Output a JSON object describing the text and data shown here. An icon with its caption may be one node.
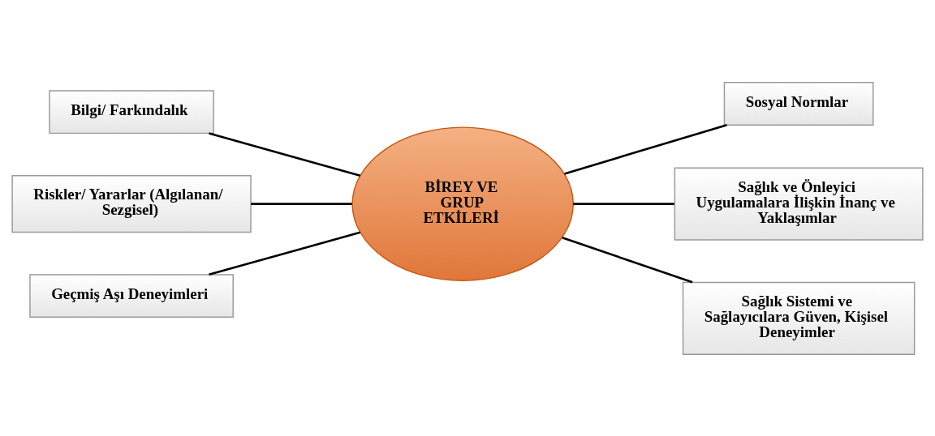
{
  "diagram": {
    "nodes": [
      {
        "text": [
          "BİREY VE GRUP ETKİLERİ"
        ]
      },
      {
        "text": [
          "Bilgi/ Farkındalık"
        ]
      },
      {
        "text": [
          "Sosyal Normlar"
        ]
      },
      {
        "text": [
          "Riskler/ Yararlar (Algılanan/ Sezgisel)"
        ]
      },
      {
        "text": [
          "Sağlık ve Önleyici Uygulamalara İlişkin İnanç ve Yaklaşımlar"
        ]
      },
      {
        "text": [
          "Geçmiş Aşı Deneyimleri"
        ]
      },
      {
        "text": [
          "Sağlık Sistemi ve Sağlayıcılara Güven, Kişisel Deneyimler"
        ]
      }
    ],
    "edges": [
      {
        "from": 1,
        "to": 0,
        "arrow": "none"
      },
      {
        "from": 0,
        "to": 2,
        "arrow": "none"
      },
      {
        "from": 3,
        "to": 0,
        "arrow": "none"
      },
      {
        "from": 0,
        "to": 4,
        "arrow": "none"
      },
      {
        "from": 5,
        "to": 0,
        "arrow": "none"
      },
      {
        "from": 0,
        "to": 6,
        "arrow": "none"
      }
    ]
  }
}
